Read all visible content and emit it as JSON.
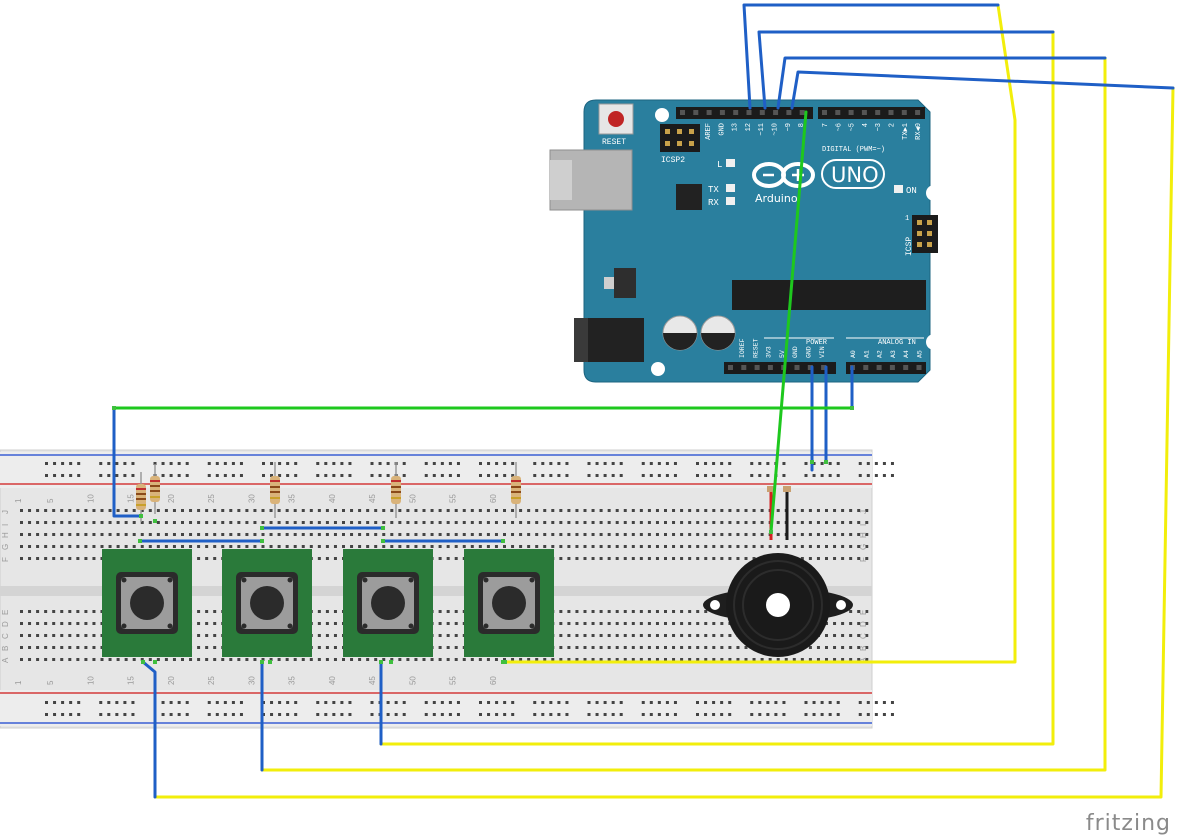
{
  "app": {
    "logo_text": "fritzing"
  },
  "arduino": {
    "brand": "Arduino",
    "model": "UNO",
    "reset_label": "RESET",
    "icsp2_label": "ICSP2",
    "icsp_label": "ICSP",
    "icsp_pin1": "1",
    "led_l": "L",
    "led_tx": "TX",
    "led_rx": "RX",
    "led_on": "ON",
    "digital_label": "DIGITAL (PWM=~)",
    "power_label": "POWER",
    "analog_label": "ANALOG IN",
    "top_header_labels": [
      "AREF",
      "GND",
      "13",
      "12",
      "~11",
      "~10",
      "~9",
      "8",
      "7",
      "~6",
      "~5",
      "4",
      "~3",
      "2",
      "TX▶1",
      "RX◀0"
    ],
    "power_header_labels": [
      "IOREF",
      "RESET",
      "3V3",
      "5V",
      "GND",
      "GND",
      "VIN"
    ],
    "analog_header_labels": [
      "A0",
      "A1",
      "A2",
      "A3",
      "A4",
      "A5"
    ]
  },
  "breadboard": {
    "column_numbers": [
      "1",
      "5",
      "10",
      "15",
      "20",
      "25",
      "30",
      "35",
      "40",
      "45",
      "50",
      "55",
      "60"
    ],
    "row_letters_top": [
      "J",
      "I",
      "H",
      "G",
      "F"
    ],
    "row_letters_bottom": [
      "E",
      "D",
      "C",
      "B",
      "A"
    ]
  },
  "components": {
    "buttons": [
      "push-button-1",
      "push-button-2",
      "push-button-3",
      "push-button-4"
    ],
    "resistors": [
      "resistor-1",
      "resistor-2",
      "resistor-3",
      "resistor-4",
      "resistor-5"
    ],
    "buzzer": "piezo-buzzer"
  },
  "colors": {
    "board": "#2a7f9e",
    "breadboard": "#e4e4e4",
    "wire_blue": "#1f5fc6",
    "wire_yellow": "#f5f20a",
    "wire_green": "#1ec81e",
    "button_body": "#2a7a3a",
    "rail_red": "#d43b3b",
    "rail_blue": "#3b5fd4"
  }
}
